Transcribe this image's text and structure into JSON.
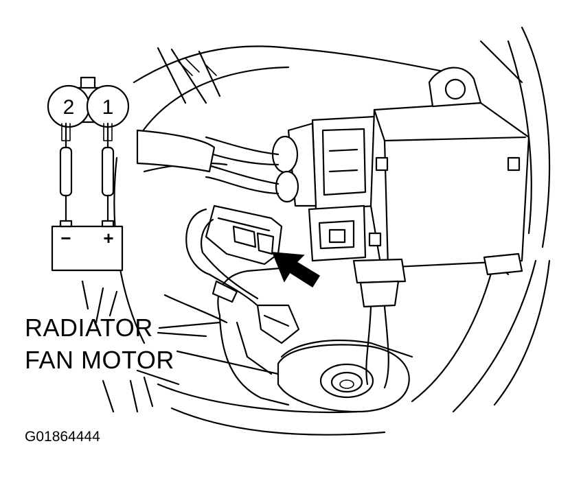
{
  "component_label": {
    "line1": "RADIATOR",
    "line2": "FAN MOTOR"
  },
  "figure_id": "G01864444",
  "connector_terminals": [
    "2",
    "1"
  ],
  "battery": {
    "negative_symbol": "−",
    "positive_symbol": "+"
  },
  "icons": {
    "connector": "connector-face-icon",
    "battery": "battery-icon",
    "pointer": "arrow-icon"
  },
  "colors": {
    "line": "#000000",
    "background": "#ffffff"
  }
}
